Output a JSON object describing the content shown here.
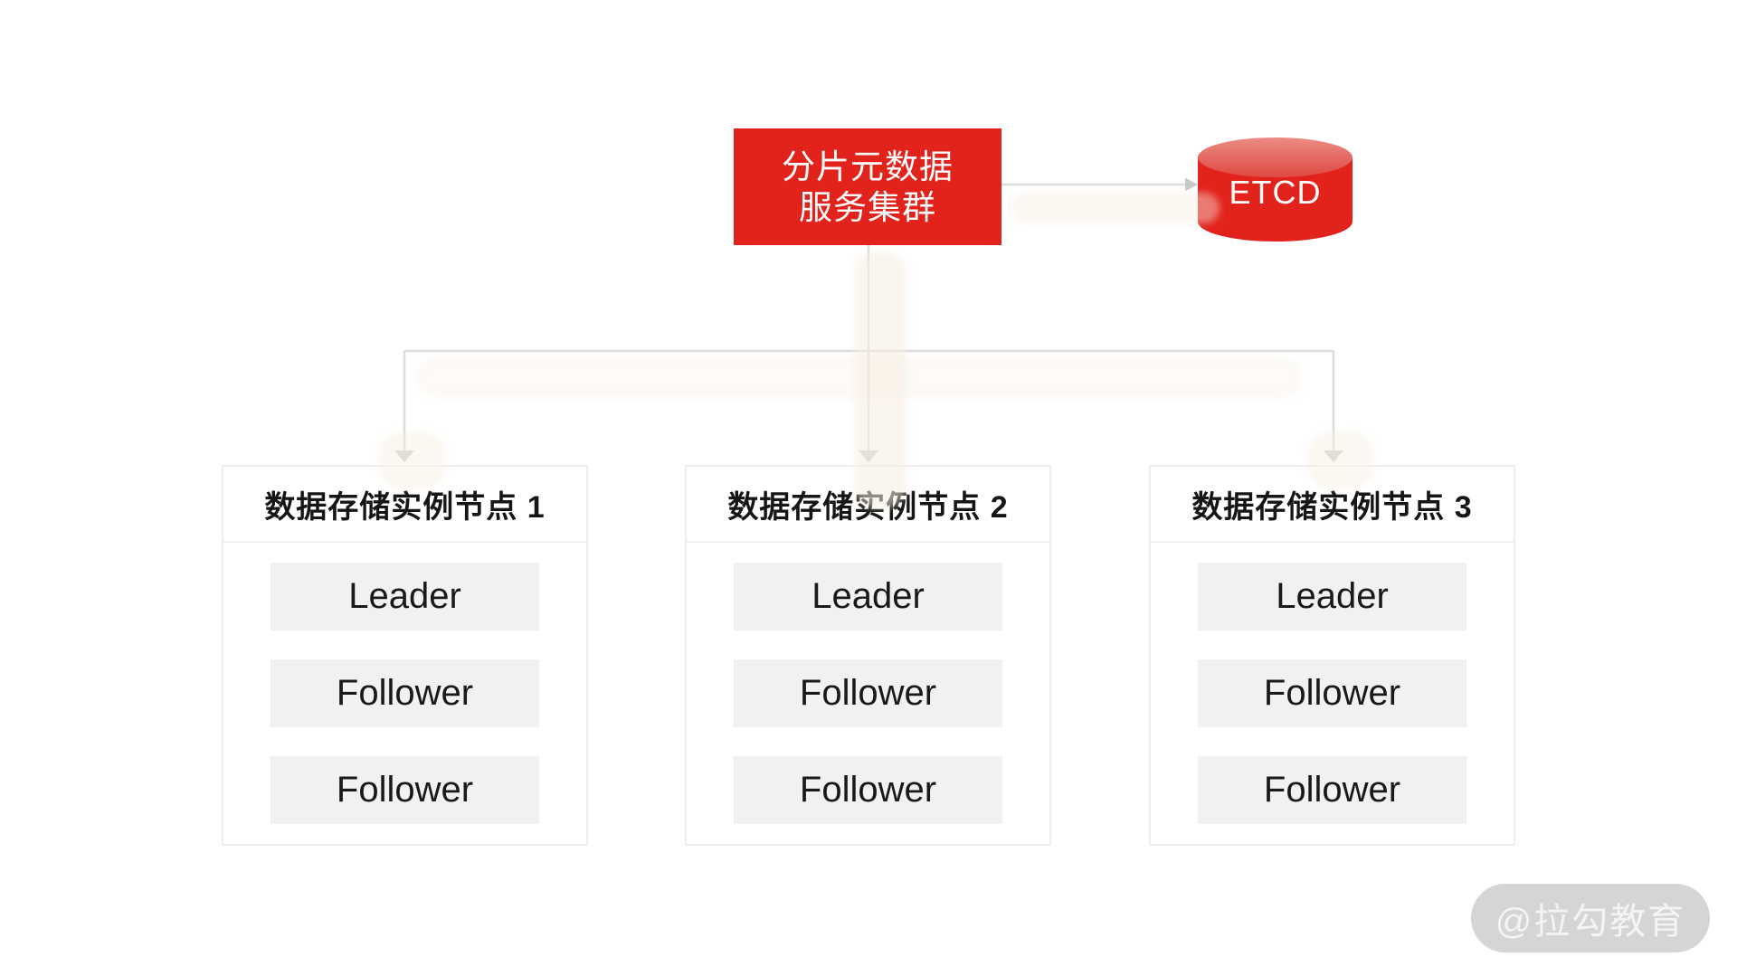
{
  "root_box": {
    "line1": "分片元数据",
    "line2": "服务集群"
  },
  "etcd": {
    "label": "ETCD"
  },
  "nodes": [
    {
      "title": "数据存储实例节点 1",
      "members": [
        "Leader",
        "Follower",
        "Follower"
      ]
    },
    {
      "title": "数据存储实例节点 2",
      "members": [
        "Leader",
        "Follower",
        "Follower"
      ]
    },
    {
      "title": "数据存储实例节点 3",
      "members": [
        "Leader",
        "Follower",
        "Follower"
      ]
    }
  ],
  "watermark": {
    "label": "@拉勾教育"
  },
  "colors": {
    "accent_red": "#e2231c",
    "cylinder_top_light": "#ec8b84",
    "cylinder_top_dark": "#de4a42",
    "connector_line": "#dcdcdc",
    "arrowhead": "#cccccc",
    "node_border": "#eeeeee",
    "member_bg": "#f1f1f0",
    "watermark_bg": "#d5d5d5",
    "watermark_text": "#f4f4f4"
  }
}
